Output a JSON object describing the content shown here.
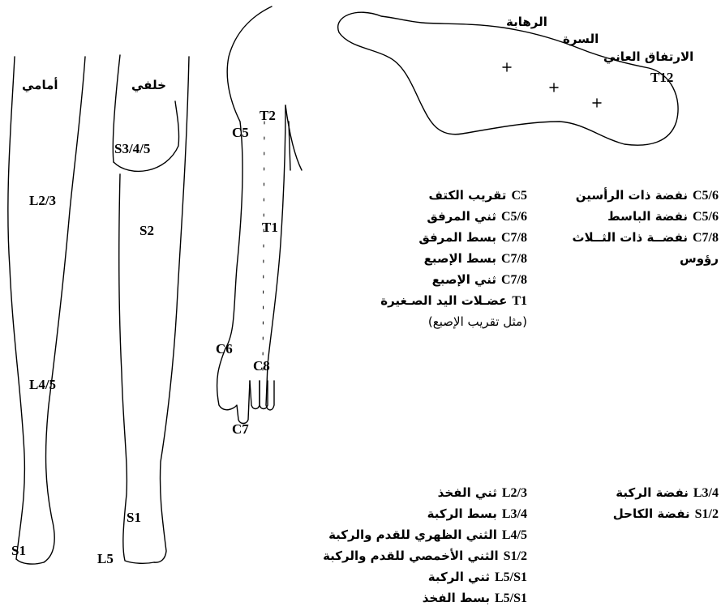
{
  "leg": {
    "front_label": "أمامي",
    "back_label": "خلفي",
    "dermatomes": {
      "s345": "S3/4/5",
      "l23": "L2/3",
      "s2": "S2",
      "l45": "L4/5",
      "s1_back": "S1",
      "s1_front": "S1",
      "l5": "L5"
    }
  },
  "arm": {
    "dermatomes": {
      "t2": "T2",
      "c5": "C5",
      "t1": "T1",
      "c6": "C6",
      "c8": "C8",
      "c7": "C7"
    }
  },
  "body": {
    "labels": {
      "nipple": "الرهابة",
      "navel": "السرة",
      "pubic": "الارتفاق العاني",
      "t12": "T12"
    }
  },
  "arm_reflexes": [
    {
      "code": "C5/6",
      "text": "نفضة ذات الرأسين"
    },
    {
      "code": "C5/6",
      "text": "نفضة الباسط"
    },
    {
      "code": "C7/8",
      "text": "نفضــة ذات الثــلاث"
    },
    {
      "code": "",
      "text": "رؤوس"
    }
  ],
  "arm_motor": [
    {
      "code": "C5",
      "text": "تقريب الكتف"
    },
    {
      "code": "C5/6",
      "text": "ثني المرفق"
    },
    {
      "code": "C7/8",
      "text": "بسط المرفق"
    },
    {
      "code": "C7/8",
      "text": "بسط الإصبع"
    },
    {
      "code": "C7/8",
      "text": "ثني الإصبع"
    },
    {
      "code": "T1",
      "text": "عضـلات اليد الصـغيرة"
    },
    {
      "code": "",
      "text": "(مثل تقريب الإصبع)"
    }
  ],
  "leg_reflexes": [
    {
      "code": "L3/4",
      "text": "نفضة الركبة"
    },
    {
      "code": "S1/2",
      "text": "نفضة الكاحل"
    }
  ],
  "leg_motor": [
    {
      "code": "L2/3",
      "text": "ثني الفخذ"
    },
    {
      "code": "L3/4",
      "text": "بسط الركبة"
    },
    {
      "code": "L4/5",
      "text": "الثني الظهري للقدم والركبة"
    },
    {
      "code": "S1/2",
      "text": "الثني الأخمصي للقدم والركبة"
    },
    {
      "code": "L5/S1",
      "text": "ثني الركبة"
    },
    {
      "code": "L5/S1",
      "text": "بسط الفخذ"
    }
  ]
}
